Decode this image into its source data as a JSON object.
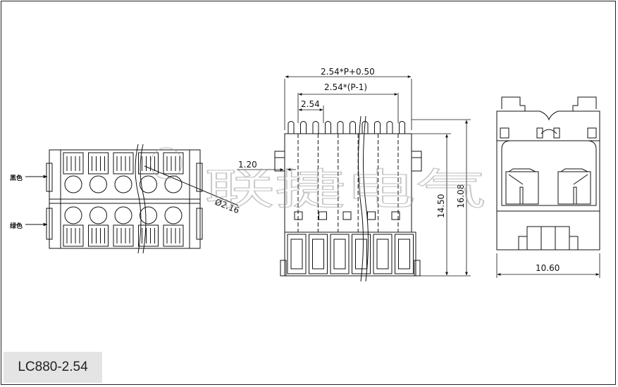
{
  "model": "LC880-2.54",
  "labels": {
    "black": "黑色",
    "green": "绿色"
  },
  "dimensions": {
    "overall_width": "2.54*P+0.50",
    "pitch_span": "2.54*(P-1)",
    "pitch": "2.54",
    "offset": "1.20",
    "hole_diameter": "Ø2.16",
    "height_inner": "14.50",
    "height_total": "16.08",
    "depth": "10.60"
  },
  "watermark": "联捷电气"
}
